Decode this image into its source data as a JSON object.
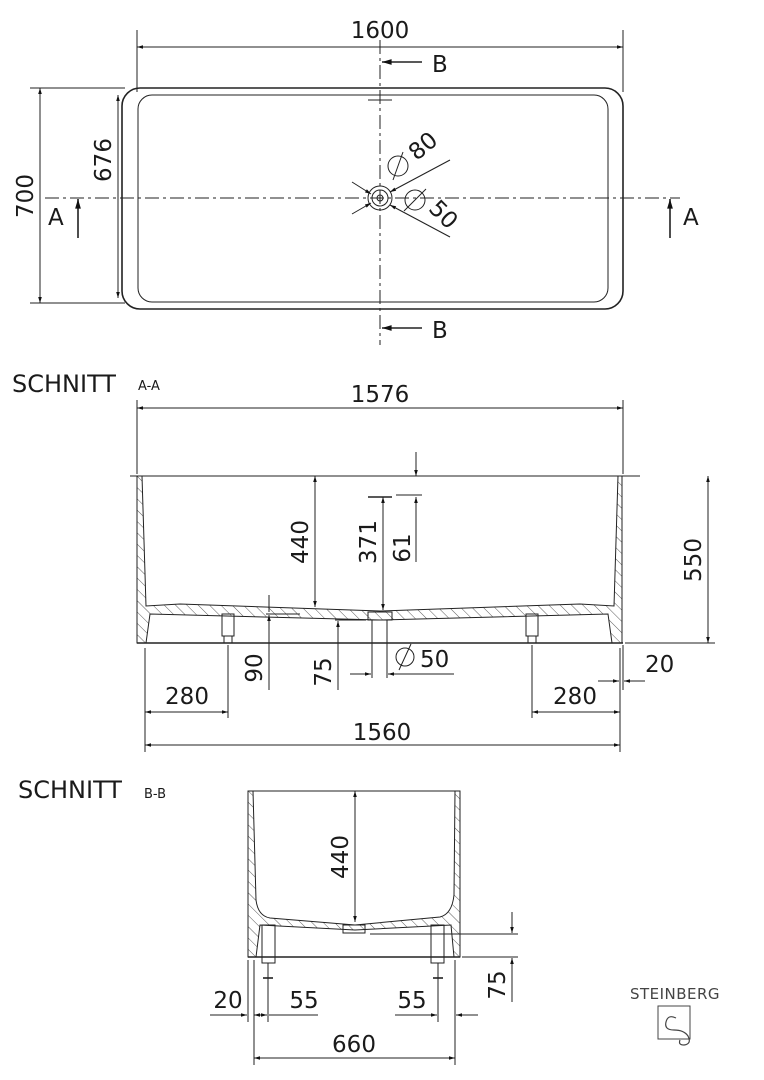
{
  "plan_view": {
    "width_total": "1600",
    "depth_total": "700",
    "depth_inner": "676",
    "drain_diameter": "80",
    "overflow_diameter": "50",
    "section_marker_b": "B",
    "section_marker_a": "A"
  },
  "section_aa": {
    "title": "SCHNITT",
    "subtitle": "A-A",
    "top_width": "1576",
    "inner_depth": "440",
    "overflow_height": "371",
    "overflow_offset": "61",
    "total_height": "550",
    "foot_height": "90",
    "drain_height": "75",
    "drain_diameter": "50",
    "foot_offset_left": "280",
    "foot_offset_right": "280",
    "wall_offset": "20",
    "base_width": "1560"
  },
  "section_bb": {
    "title": "SCHNITT",
    "subtitle": "B-B",
    "inner_depth": "440",
    "drain_height": "75",
    "wall_offset": "20",
    "foot_offset_left": "55",
    "foot_offset_right": "55",
    "base_width": "660"
  },
  "logo": {
    "brand": "STEINBERG"
  }
}
